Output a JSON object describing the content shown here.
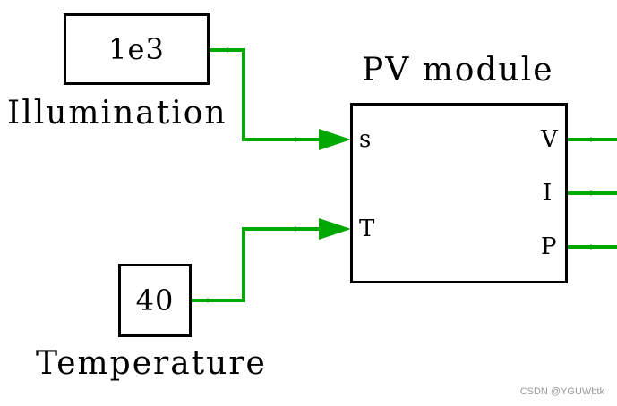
{
  "wire_color": "#00a800",
  "illumination_block": {
    "value": "1e3",
    "caption": "Illumination"
  },
  "temperature_block": {
    "value": "40",
    "caption": "Temperature"
  },
  "pv_module": {
    "title": "PV module",
    "input_ports": [
      "s",
      "T"
    ],
    "output_ports": [
      "V",
      "I",
      "P"
    ]
  },
  "watermark": "CSDN @YGUWbtk"
}
